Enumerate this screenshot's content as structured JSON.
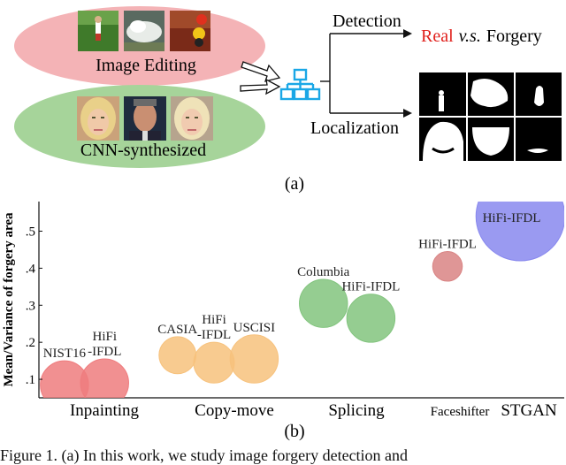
{
  "figure_a": {
    "image_editing_label": "Image Editing",
    "cnn_label": "CNN-synthesized",
    "detection_label": "Detection",
    "real_word": "Real",
    "vs_word": "v.s.",
    "forgery_word": "Forgery",
    "localization_label": "Localization",
    "panel_label": "(a)",
    "real_color": "#e0201c",
    "editing_ellipse_color": "#f4b3b6",
    "cnn_ellipse_color": "#a6d49a",
    "network_icon_color": "#1aa7e6",
    "network_icon": "network-hierarchy-icon"
  },
  "figure_b": {
    "panel_label": "(b)"
  },
  "caption": {
    "text": "Figure 1. (a) In this work, we study image forgery detection and"
  },
  "chart_data": {
    "type": "scatter",
    "ylabel": "Mean/Variance of forgery area",
    "yticks": [
      ".1",
      ".2",
      ".3",
      ".4",
      ".5"
    ],
    "ylim": [
      0.05,
      0.58
    ],
    "categories": [
      "Inpainting",
      "Copy-move",
      "Splicing",
      "Faceshifter",
      "STGAN"
    ],
    "grid": false,
    "bubbles": [
      {
        "label": "NIST16",
        "category_pos": 0.35,
        "y": 0.085,
        "size": 0.065,
        "color": "#ef7c7e",
        "label_lines": [
          "NIST16"
        ]
      },
      {
        "label": "HiFi-IFDL",
        "category_pos": 0.9,
        "y": 0.09,
        "size": 0.065,
        "color": "#ef7c7e",
        "label_lines": [
          "HiFi",
          "-IFDL"
        ]
      },
      {
        "label": "CASIA",
        "category_pos": 1.9,
        "y": 0.165,
        "size": 0.05,
        "color": "#f7c27d",
        "label_lines": [
          "CASIA"
        ]
      },
      {
        "label": "HiFi-IFDL",
        "category_pos": 2.4,
        "y": 0.145,
        "size": 0.055,
        "color": "#f7c27d",
        "label_lines": [
          "HiFi",
          "-IFDL"
        ]
      },
      {
        "label": "USCISI",
        "category_pos": 2.95,
        "y": 0.155,
        "size": 0.065,
        "color": "#f7c27d",
        "label_lines": [
          "USCISI"
        ]
      },
      {
        "label": "Columbia",
        "category_pos": 3.9,
        "y": 0.305,
        "size": 0.065,
        "color": "#82c47e",
        "label_lines": [
          "Columbia"
        ]
      },
      {
        "label": "HiFi-IFDL",
        "category_pos": 4.55,
        "y": 0.265,
        "size": 0.065,
        "color": "#82c47e",
        "label_lines": [
          "HiFi-IFDL"
        ]
      },
      {
        "label": "HiFi-IFDL",
        "category_pos": 5.6,
        "y": 0.405,
        "size": 0.04,
        "color": "#d98484",
        "label_lines": [
          "HiFi-IFDL"
        ]
      },
      {
        "label": "HiFi-IFDL",
        "category_pos": 6.6,
        "y": 0.54,
        "size": 0.12,
        "color": "#8888ee",
        "label_lines": [
          "HiFi-IFDL"
        ]
      }
    ]
  }
}
